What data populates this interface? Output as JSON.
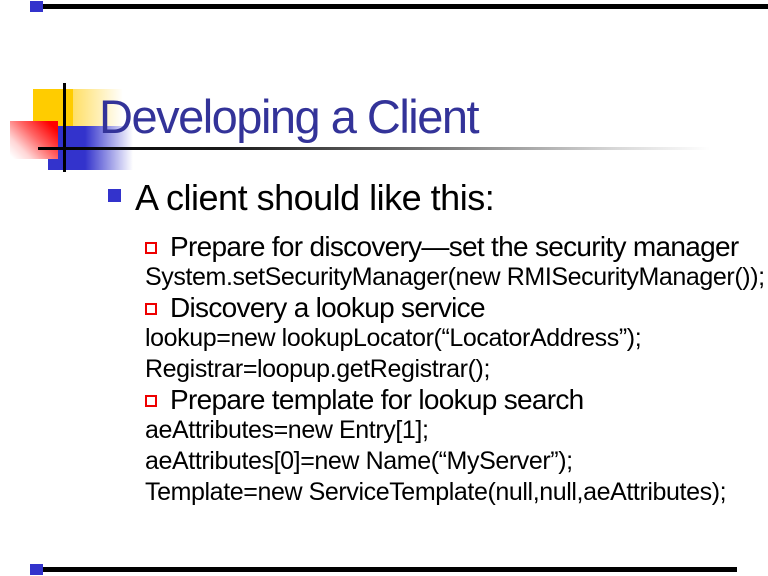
{
  "slide": {
    "title": "Developing a Client",
    "bullet": {
      "text": "A client should like this:"
    },
    "lines": [
      {
        "type": "sub",
        "text": "Prepare for discovery—set the security manager"
      },
      {
        "type": "code",
        "text": "System.setSecurityManager(new RMISecurityManager());"
      },
      {
        "type": "sub",
        "text": "Discovery a lookup service"
      },
      {
        "type": "code",
        "text": "lookup=new lookupLocator(“LocatorAddress”);"
      },
      {
        "type": "code",
        "text": "Registrar=loopup.getRegistrar();"
      },
      {
        "type": "sub",
        "text": "Prepare template for lookup search"
      },
      {
        "type": "code",
        "text": "aeAttributes=new Entry[1];"
      },
      {
        "type": "code",
        "text": "aeAttributes[0]=new Name(“MyServer”);"
      },
      {
        "type": "code",
        "text": "Template=new ServiceTemplate(null,null,aeAttributes);"
      }
    ],
    "colors": {
      "title_blue": "#333399",
      "bullet_blue": "#3333cc",
      "sub_bullet_red": "#ee0000",
      "accent_yellow": "#ffcc00",
      "accent_red": "#ff0000",
      "stripe_black": "#000000"
    }
  }
}
